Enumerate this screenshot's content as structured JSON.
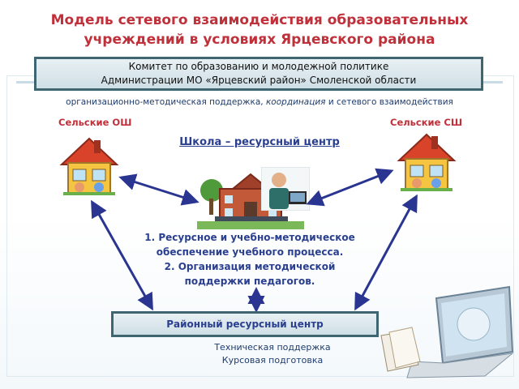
{
  "title": {
    "line1": "Модель сетевого взаимодействия образовательных",
    "line2": "учреждений в условиях Ярцевского района"
  },
  "top_box": {
    "line1": "Комитет по образованию и молодежной политике",
    "line2": "Администрации МО «Ярцевский район» Смоленской области"
  },
  "support": {
    "part1": "организационно-методическая поддержка, ",
    "part2": "координация",
    "part3": " и  сетевого взаимодействия"
  },
  "left_school": "Сельские ОШ",
  "right_school": "Сельские СШ",
  "center": "Школа – ресурсный центр",
  "tasks": {
    "line1": "1. Ресурсное и учебно-методическое",
    "line2": "обеспечение учебного процесса.",
    "line3": "2. Организация методической",
    "line4": "поддержки педагогов."
  },
  "bottom_box": "Районный ресурсный центр",
  "tech": {
    "line1": "Техническая поддержка",
    "line2": "Курсовая подготовка"
  },
  "colors": {
    "title_red": "#c0303a",
    "arrow_blue": "#2a3592",
    "box_border": "#3f6570"
  }
}
